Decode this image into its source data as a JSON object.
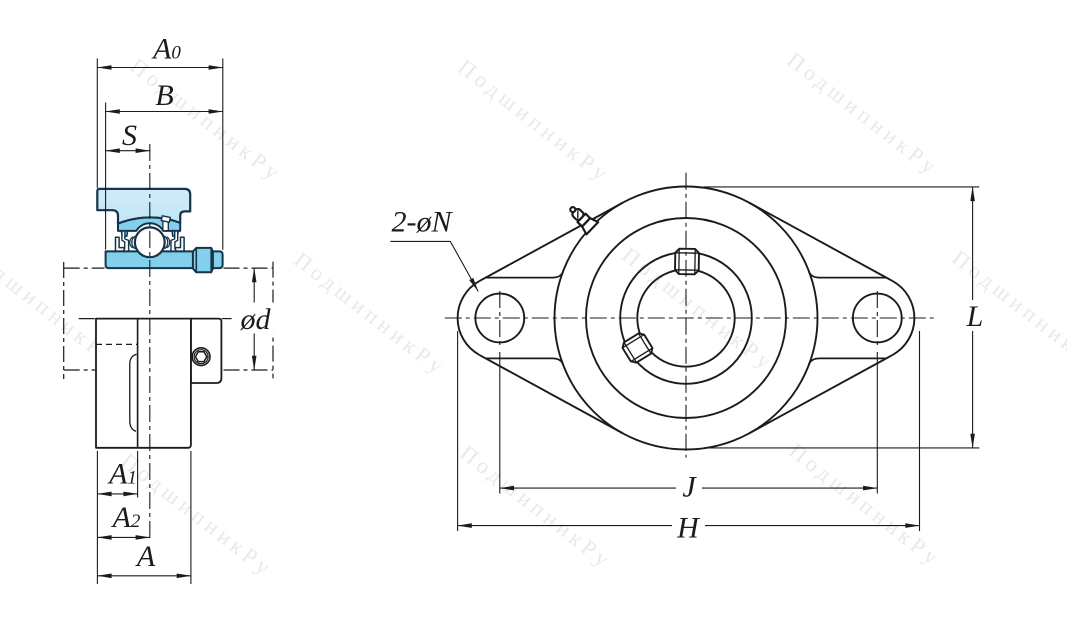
{
  "watermark": {
    "text": "ПодшипникРу"
  },
  "colors": {
    "line": "#1b1b1b",
    "part_outline": "#15334a",
    "housing_light": "#d2ecf9",
    "housing_deep": "#c0e5f5",
    "part_blue": "#82d0ec",
    "watermark": "#e9e9e9",
    "label": "#1b1b1b"
  },
  "left_view": {
    "dim_a0": {
      "base": "A",
      "sub": "0"
    },
    "dim_b": "B",
    "dim_s": "S",
    "dim_shaft": "ød",
    "dim_a1": {
      "base": "A",
      "sub": "1"
    },
    "dim_a2": {
      "base": "A",
      "sub": "2"
    },
    "dim_a": "A"
  },
  "right_view": {
    "bolt_holes": "2-øN",
    "dim_j": "J",
    "dim_h": "H",
    "dim_l": "L"
  }
}
